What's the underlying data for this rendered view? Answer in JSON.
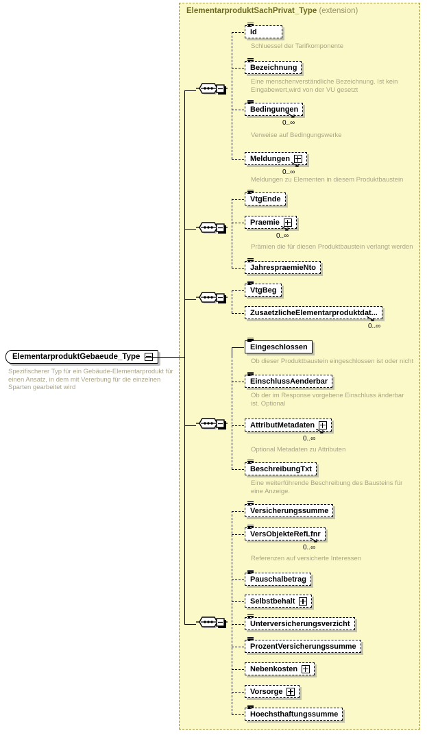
{
  "diagram": {
    "kind": "xsd-schema-diagram",
    "root": {
      "name": "ElementarproduktGebaeude_Type",
      "expander": "minus",
      "annotation": "Spezifischerer Typ für ein Gebäude-Elementarprodukt für einen Ansatz, in dem mit Vererbung für die einzelnen Sparten gearbeitet wird"
    },
    "extension": {
      "title": "ElementarproduktSachPrivat_Type",
      "kind_label": "(extension)"
    },
    "groups": [
      {
        "compositor": "sequence"
      },
      {
        "compositor": "sequence"
      },
      {
        "compositor": "sequence"
      },
      {
        "compositor": "sequence"
      },
      {
        "compositor": "sequence"
      }
    ],
    "elements": [
      {
        "name": "Id",
        "optional": true,
        "expandable": false,
        "stack": true,
        "repeating": false,
        "cardinality": "",
        "annotation": "Schluessel der Tarifkomponente"
      },
      {
        "name": "Bezeichnung",
        "optional": true,
        "expandable": false,
        "stack": true,
        "repeating": false,
        "cardinality": "",
        "annotation": "Eine menschenverständliche Bezeichnung. Ist kein Eingabewert,wird von der VU gesetzt"
      },
      {
        "name": "Bedingungen",
        "optional": true,
        "expandable": false,
        "stack": true,
        "repeating": true,
        "cardinality": "0..∞",
        "annotation": "Verweise auf Bedingungswerke"
      },
      {
        "name": "Meldungen",
        "optional": true,
        "expandable": true,
        "stack": false,
        "repeating": true,
        "cardinality": "0..∞",
        "annotation": "Meldungen zu Elementen in diesem Produktbaustein"
      },
      {
        "name": "VtgEnde",
        "optional": true,
        "expandable": false,
        "stack": true,
        "repeating": false,
        "cardinality": "",
        "annotation": ""
      },
      {
        "name": "Praemie",
        "optional": true,
        "expandable": true,
        "stack": false,
        "repeating": true,
        "cardinality": "0..∞",
        "annotation": "Prämien die für diesen Produktbaustein verlangt werden"
      },
      {
        "name": "JahrespraemieNto",
        "optional": true,
        "expandable": false,
        "stack": true,
        "repeating": false,
        "cardinality": "",
        "annotation": ""
      },
      {
        "name": "VtgBeg",
        "optional": true,
        "expandable": false,
        "stack": true,
        "repeating": false,
        "cardinality": "",
        "annotation": ""
      },
      {
        "name": "ZusaetzlicheElementarproduktdat...",
        "optional": true,
        "expandable": false,
        "stack": false,
        "repeating": true,
        "cardinality": "0..∞",
        "annotation": ""
      },
      {
        "name": "Eingeschlossen",
        "optional": false,
        "expandable": false,
        "stack": true,
        "repeating": false,
        "cardinality": "",
        "annotation": "Ob dieser Produktbaustein eingeschlossen ist oder nicht"
      },
      {
        "name": "EinschlussAenderbar",
        "optional": true,
        "expandable": false,
        "stack": true,
        "repeating": false,
        "cardinality": "",
        "annotation": "Ob der im Response vorgebene Einschluss änderbar ist. Optional"
      },
      {
        "name": "AttributMetadaten",
        "optional": true,
        "expandable": true,
        "stack": false,
        "repeating": true,
        "cardinality": "0..∞",
        "annotation": "Optional Metadaten zu Attributen"
      },
      {
        "name": "BeschreibungTxt",
        "optional": true,
        "expandable": false,
        "stack": true,
        "repeating": false,
        "cardinality": "",
        "annotation": "Eine weiterführende Beschreibung des Bausteins für eine Anzeige."
      },
      {
        "name": "Versicherungssumme",
        "optional": true,
        "expandable": false,
        "stack": true,
        "repeating": false,
        "cardinality": "",
        "annotation": ""
      },
      {
        "name": "VersObjekteRefLfnr",
        "optional": true,
        "expandable": false,
        "stack": true,
        "repeating": true,
        "cardinality": "0..∞",
        "annotation": "Referenzen auf versicherte Interessen"
      },
      {
        "name": "Pauschalbetrag",
        "optional": true,
        "expandable": false,
        "stack": true,
        "repeating": false,
        "cardinality": "",
        "annotation": ""
      },
      {
        "name": "Selbstbehalt",
        "optional": true,
        "expandable": true,
        "stack": false,
        "repeating": false,
        "cardinality": "",
        "annotation": ""
      },
      {
        "name": "Unterversicherungsverzicht",
        "optional": true,
        "expandable": false,
        "stack": true,
        "repeating": false,
        "cardinality": "",
        "annotation": ""
      },
      {
        "name": "ProzentVersicherungssumme",
        "optional": true,
        "expandable": false,
        "stack": true,
        "repeating": false,
        "cardinality": "",
        "annotation": ""
      },
      {
        "name": "Nebenkosten",
        "optional": true,
        "expandable": true,
        "stack": false,
        "repeating": false,
        "cardinality": "",
        "annotation": ""
      },
      {
        "name": "Vorsorge",
        "optional": true,
        "expandable": true,
        "stack": false,
        "repeating": false,
        "cardinality": "",
        "annotation": ""
      },
      {
        "name": "Hoechsthaftungssumme",
        "optional": true,
        "expandable": false,
        "stack": true,
        "repeating": false,
        "cardinality": "",
        "annotation": ""
      }
    ],
    "colors": {
      "extension_background": "#fbf9c8",
      "extension_border": "#9a8f3a",
      "title_text": "#6e6a1e",
      "annotation_text": "#a9a487",
      "node_border": "#000000",
      "node_background": "#ffffff",
      "page_background": "#ffffff"
    }
  }
}
